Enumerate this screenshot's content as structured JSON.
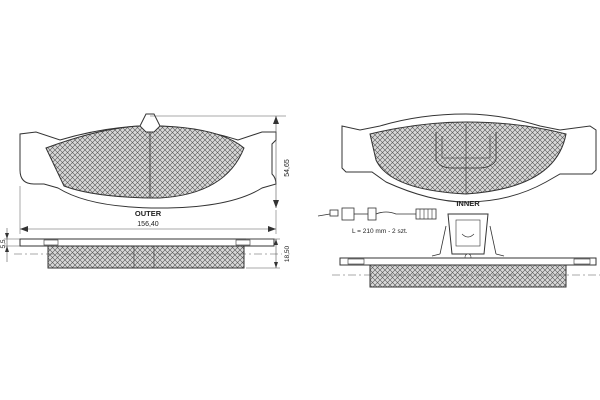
{
  "outer": {
    "label": "OUTER",
    "width_dim": "156,40",
    "height_dim": "54,65",
    "thickness_dim": "18,50",
    "plate_dim": "5,5"
  },
  "inner": {
    "label": "INNER",
    "sensor_note": "L = 210 mm - 2 szt."
  }
}
